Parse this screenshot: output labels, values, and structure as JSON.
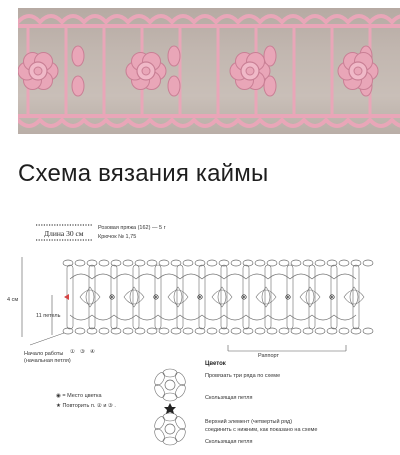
{
  "heading": "Схема вязания каймы",
  "length_label": "Длина 30 см",
  "yarn_line": "Розовая пряжа (162) — 5 г",
  "hook_line": "Крючок № 1,75",
  "height_label": "4 см",
  "loops_label": "11 петель",
  "repeat_label": "Раппорт",
  "start_label_1": "Начало работы",
  "start_label_2": "(начальная петля)",
  "row_numbers": [
    "①",
    "③",
    "④"
  ],
  "legend": {
    "flower_place": "◉ = Место цветка",
    "repeat_rows": "★ Повторить п. ② и ③ ."
  },
  "flower": {
    "title": "Цветок",
    "note_1": "Провязать три ряда по схеме",
    "note_2": "Скользящая петля",
    "note_3_line1": "Верхний элемент (четвертый ряд)",
    "note_3_line2": "соединить с нижним, как показано на схеме",
    "note_4": "Скользящая петля"
  },
  "colors": {
    "yarn_pink": "#e9a6b8",
    "yarn_shadow": "#c97f95",
    "background": "#c2b7b0",
    "diagram_ink": "#6b6b6b",
    "highlight_red": "#d64545"
  }
}
